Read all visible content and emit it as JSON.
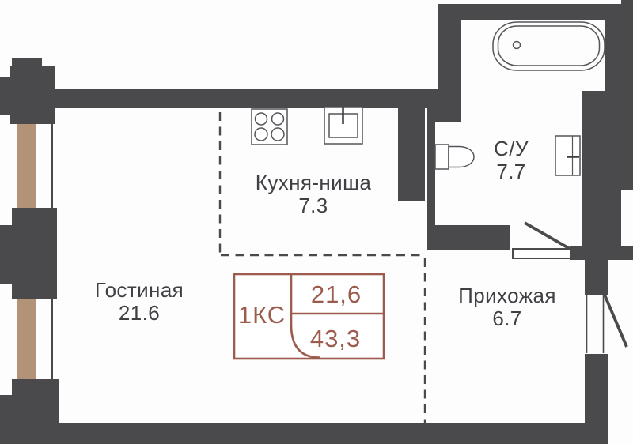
{
  "colors": {
    "wall": "#4a4a4c",
    "window": "#b29377",
    "accent": "#9c5b4d",
    "text": "#3f3f44",
    "fixture": "#55555a"
  },
  "rooms": {
    "kitchen": {
      "name": "Кухня-ниша",
      "area": "7.3"
    },
    "living": {
      "name": "Гостиная",
      "area": "21.6"
    },
    "bathroom": {
      "name": "С/У",
      "area": "7.7"
    },
    "hallway": {
      "name": "Прихожая",
      "area": "6.7"
    }
  },
  "badge": {
    "type": "1КС",
    "living_area": "21,6",
    "total_area": "43,3"
  }
}
